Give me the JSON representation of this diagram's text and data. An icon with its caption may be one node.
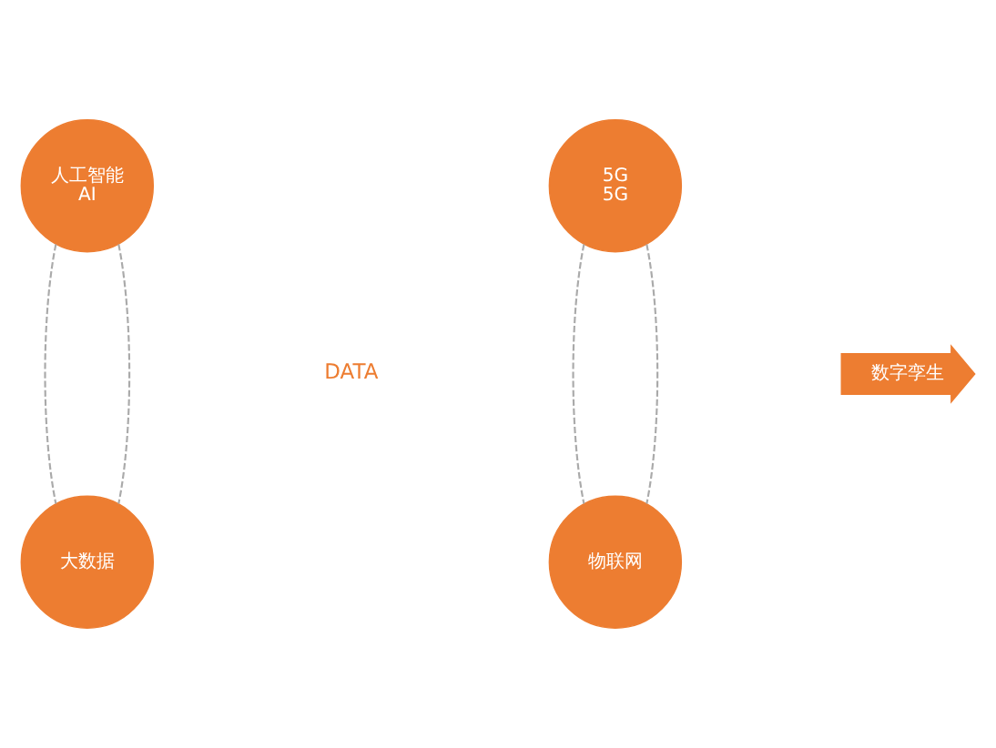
{
  "diagram": {
    "nodes": [
      {
        "text": [
          "人工智能",
          "AI"
        ]
      },
      {
        "text": [
          "5G",
          "5G"
        ]
      },
      {
        "text": [
          "物联网"
        ]
      },
      {
        "text": [
          "大数据"
        ]
      },
      {
        "text": [
          "数字孪生"
        ]
      }
    ],
    "edges": [
      {
        "from": 0,
        "to": 3,
        "arrow": "none",
        "style": "dashed"
      },
      {
        "from": 0,
        "to": 3,
        "arrow": "none",
        "style": "dashed"
      },
      {
        "from": 1,
        "to": 2,
        "arrow": "none",
        "style": "dashed"
      },
      {
        "from": 1,
        "to": 2,
        "arrow": "none",
        "style": "dashed"
      }
    ],
    "labels": [
      "DATA"
    ]
  }
}
